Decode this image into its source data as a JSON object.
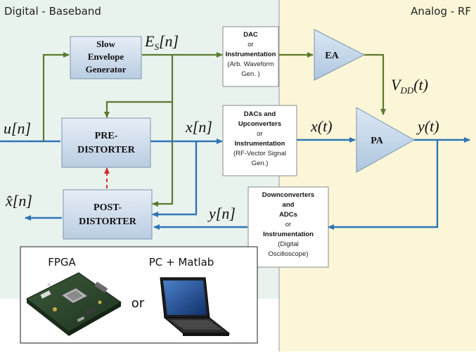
{
  "regions": {
    "digital": "Digital - Baseband",
    "analog": "Analog - RF"
  },
  "blocks": {
    "envelope": [
      "Slow",
      "Envelope",
      "Generator"
    ],
    "predistorter": [
      "PRE-",
      "DISTORTER"
    ],
    "postdistorter": [
      "POST-",
      "DISTORTER"
    ],
    "dac": [
      "DAC",
      "or",
      "Instrumentation",
      "(Arb. Waveform",
      "Gen. )"
    ],
    "dacs_up": [
      "DACs and",
      "Upconverters",
      "or",
      "Instrumentation",
      "(RF-Vector Signal",
      "Gen.)"
    ],
    "down": [
      "Downconverters",
      "and",
      "ADCs",
      "or",
      "Instrumentation",
      "(Digital",
      "Oscilloscope)"
    ],
    "ea": "EA",
    "pa": "PA"
  },
  "signals": {
    "un": "u[n]",
    "esn": "E",
    "esn_sub": "S",
    "esn_arg": "[n]",
    "xn": "x[n]",
    "xhat": "x̂[n]",
    "yn": "y[n]",
    "xt": "x(t)",
    "yt": "y(t)",
    "vdd": "V",
    "vdd_sub": "DD",
    "vdd_arg": "(t)"
  },
  "hardware": {
    "fpga": "FPGA",
    "pc": "PC + Matlab",
    "or": "or"
  },
  "colors": {
    "digital_bg": "#e9f3ee",
    "analog_bg": "#fbf6d8",
    "signal_blue": "#2e75b6",
    "control_green": "#5b7a2e",
    "feedback_red": "#d0312d"
  }
}
